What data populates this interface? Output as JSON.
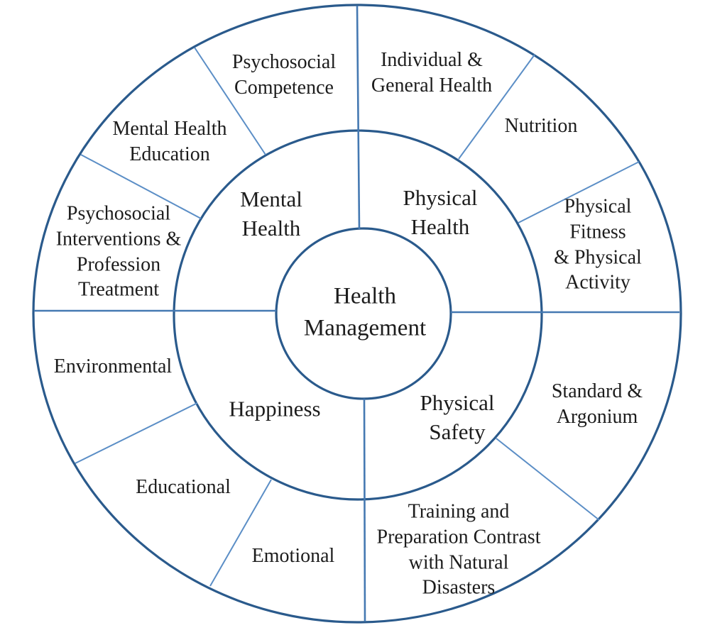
{
  "diagram": {
    "title": "Health Management circular framework diagram",
    "center": {
      "label": "Health\nManagement"
    },
    "inner_ring": [
      {
        "id": "mental-health",
        "label": "Mental\nHealth"
      },
      {
        "id": "physical-health",
        "label": "Physical\nHealth"
      },
      {
        "id": "happiness",
        "label": "Happiness"
      },
      {
        "id": "physical-safety",
        "label": "Physical\nSafety"
      }
    ],
    "outer_ring": [
      {
        "id": "individual-general-health",
        "parent": "physical-health",
        "label": "Individual &\nGeneral Health"
      },
      {
        "id": "nutrition",
        "parent": "physical-health",
        "label": "Nutrition"
      },
      {
        "id": "physical-fitness-activity",
        "parent": "physical-health",
        "label": "Physical Fitness\n& Physical\nActivity"
      },
      {
        "id": "standard-argonium",
        "parent": "physical-safety",
        "label": "Standard &\nArgonium"
      },
      {
        "id": "training-preparation",
        "parent": "physical-safety",
        "label": "Training and\nPreparation Contrast\nwith Natural\nDisasters"
      },
      {
        "id": "emotional",
        "parent": "happiness",
        "label": "Emotional"
      },
      {
        "id": "educational",
        "parent": "happiness",
        "label": "Educational"
      },
      {
        "id": "environmental",
        "parent": "happiness",
        "label": "Environmental"
      },
      {
        "id": "psychosocial-interventions",
        "parent": "mental-health",
        "label": "Psychosocial\nInterventions &\nProfession\nTreatment"
      },
      {
        "id": "mental-health-education",
        "parent": "mental-health",
        "label": "Mental Health\nEducation"
      },
      {
        "id": "psychosocial-competence",
        "parent": "mental-health",
        "label": "Psychosocial\nCompetence"
      }
    ],
    "colors": {
      "circle_stroke": "#2a5a8c",
      "main_divider": "#4579b2",
      "thin_divider": "#5b8ec6",
      "text": "#1c1c1c",
      "background": "#ffffff"
    }
  }
}
